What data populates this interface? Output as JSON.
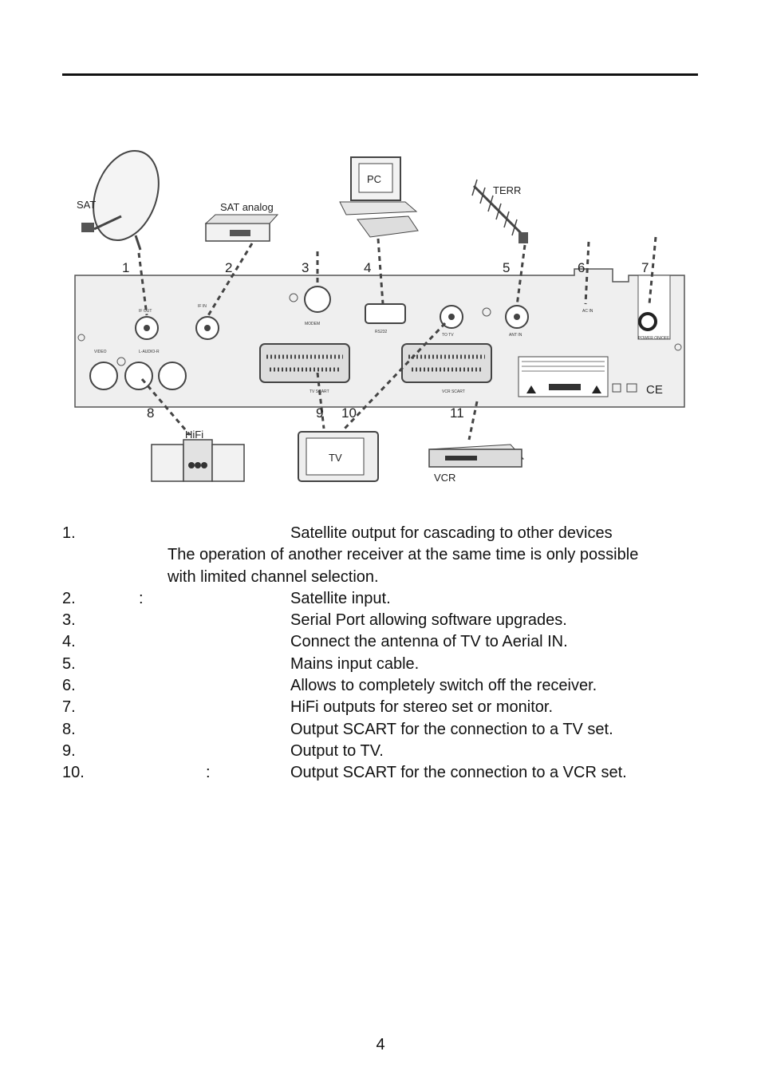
{
  "figure": {
    "labels": {
      "sat": "SAT",
      "sat_analog": "SAT analog",
      "pc": "PC",
      "terr": "TERR",
      "hifi": "HiFi",
      "tv": "TV",
      "vcr": "VCR",
      "video": "VIDEO",
      "audio": "L-AUDIO-R",
      "tv_scart": "TV SCART",
      "vcr_scart": "VCR SCART",
      "to_tv": "TO TV",
      "ant_in": "ANT IN",
      "rs232": "RS232",
      "power": "POWER ON/OFF",
      "ce": "CE"
    },
    "numbers": [
      "1",
      "2",
      "3",
      "4",
      "5",
      "6",
      "7",
      "8",
      "9",
      "10",
      "11"
    ]
  },
  "items": [
    {
      "num": "1.",
      "colon": "",
      "desc": "Satellite output for cascading to other devices",
      "cont": [
        "The operation of another receiver at the same time is only possible",
        "with limited channel selection."
      ]
    },
    {
      "num": "2.",
      "colon": ":",
      "desc": "Satellite input."
    },
    {
      "num": "3.",
      "colon": "",
      "desc": "Serial Port allowing software upgrades."
    },
    {
      "num": "4.",
      "colon": "",
      "desc": "Connect the antenna of TV to Aerial IN."
    },
    {
      "num": "5.",
      "colon": "",
      "desc": "Mains input cable."
    },
    {
      "num": "6.",
      "colon": "",
      "desc": "Allows to completely switch off the receiver."
    },
    {
      "num": "7.",
      "colon": "",
      "desc": "HiFi outputs for stereo set or monitor."
    },
    {
      "num": "8.",
      "colon": "",
      "desc": "Output SCART for the connection to a TV set."
    },
    {
      "num": "9.",
      "colon": "",
      "desc": "Output to TV."
    },
    {
      "num": "10.",
      "colon": ":",
      "desc": "Output SCART for the connection to a VCR set."
    }
  ],
  "page_number": "4"
}
